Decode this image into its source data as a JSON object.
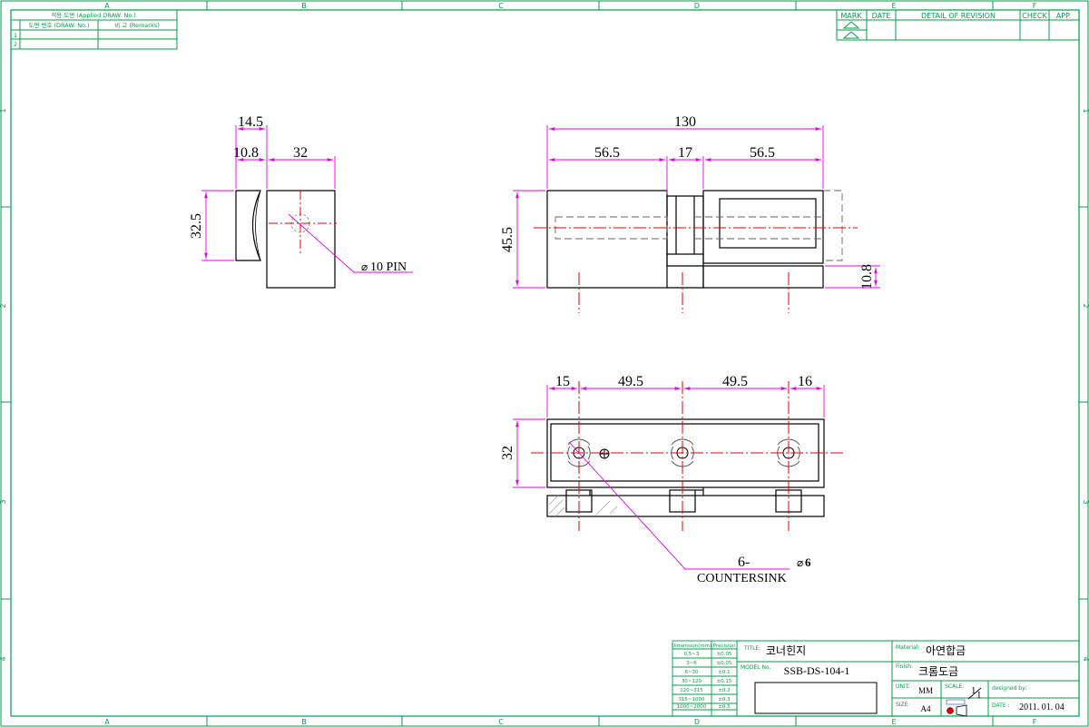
{
  "frame": {
    "col_labels": [
      "A",
      "B",
      "C",
      "D",
      "E",
      "F"
    ],
    "row_labels": [
      "1",
      "2",
      "3",
      "4"
    ]
  },
  "applied_table": {
    "header": "적용 도면 (Applied DRAW. No.)",
    "col_draw_no": "도면 번호 (DRAW. No.)",
    "col_remarks": "비 고 (Remarks)",
    "rows": [
      "1",
      "2"
    ]
  },
  "revision_table": {
    "headers": [
      "MARK",
      "DATE",
      "DETAIL OF REVISION",
      "CHECK",
      "APP."
    ]
  },
  "dims": {
    "side_view": {
      "top_overall": "14.5",
      "left_block": "10.8",
      "right_block": "32",
      "height": "32.5",
      "pin_callout": "10 PIN",
      "pin_symbol": "⌀"
    },
    "front_view": {
      "overall": "130",
      "seg1": "56.5",
      "seg2": "17",
      "seg3": "56.5",
      "height": "45.5",
      "right_height": "10.8"
    },
    "top_view": {
      "d1": "15",
      "d2": "49.5",
      "d3": "49.5",
      "d4": "16",
      "height": "32",
      "hole_count": "6-",
      "hole_dia": "6",
      "hole_symbol": "⌀",
      "hole_type": "COUNTERSINK"
    }
  },
  "tolerance_table": {
    "header_dim": "Dimension(mm)",
    "header_prec": "Precision",
    "rows": [
      {
        "range": "0.5~3",
        "tol": "±0.05"
      },
      {
        "range": "3~6",
        "tol": "±0.05"
      },
      {
        "range": "6~30",
        "tol": "±0.1"
      },
      {
        "range": "30~120",
        "tol": "±0.15"
      },
      {
        "range": "120~315",
        "tol": "±0.2"
      },
      {
        "range": "315~1000",
        "tol": "±0.3"
      },
      {
        "range": "1000~2000",
        "tol": "±0.5"
      }
    ]
  },
  "title_block": {
    "title_label": "TITLE:",
    "title_value": "코너힌지",
    "model_label": "MODEL No.",
    "model_value": "SSB-DS-104-1",
    "material_label": "Material:",
    "material_value": "아연합금",
    "finish_label": "Finish:",
    "finish_value": "크롬도금",
    "unit_label": "UNIT:",
    "unit_value": "MM",
    "scale_label": "SCALE:",
    "scale_num": "1",
    "scale_den": "1",
    "designed_label": "designed by:",
    "size_label": "SIZE:",
    "size_value": "A4",
    "date_label": "DATE :",
    "date_value": "2011. 01. 04"
  },
  "colors": {
    "frame": "#00a04a",
    "dimension": "#e600e6",
    "centerline": "#e60000",
    "outline": "#000000",
    "hidden": "#555555"
  }
}
